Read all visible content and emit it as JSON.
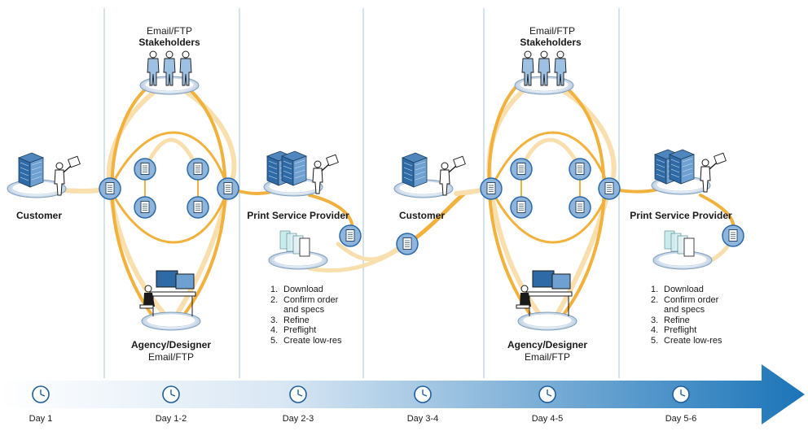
{
  "colors": {
    "flow_dark": "#f2b13c",
    "flow_light": "#f9dfae",
    "node_fill": "#8fb5dc",
    "node_ring": "#2b6aa8",
    "divider": "#a9c4dd",
    "timeline_start": "#ffffff",
    "timeline_end": "#1b74b8",
    "clock": "#1f5f9e"
  },
  "labels": {
    "customer_1": "Customer",
    "email_ftp_top_1": "Email/FTP",
    "stakeholders_1": "Stakeholders",
    "agency_designer_1": "Agency/Designer",
    "email_ftp_bottom_1": "Email/FTP",
    "print_service_provider_1": "Print Service Provider",
    "customer_2": "Customer",
    "email_ftp_top_2": "Email/FTP",
    "stakeholders_2": "Stakeholders",
    "agency_designer_2": "Agency/Designer",
    "email_ftp_bottom_2": "Email/FTP",
    "print_service_provider_2": "Print Service Provider"
  },
  "steps_1": [
    {
      "num": "1.",
      "text": "Download"
    },
    {
      "num": "2.",
      "text": "Confirm order"
    },
    {
      "num": "",
      "text": "and specs"
    },
    {
      "num": "3.",
      "text": "Refine"
    },
    {
      "num": "4.",
      "text": "Preflight"
    },
    {
      "num": "5.",
      "text": "Create low-res"
    }
  ],
  "steps_2": [
    {
      "num": "1.",
      "text": "Download"
    },
    {
      "num": "2.",
      "text": "Confirm order"
    },
    {
      "num": "",
      "text": "and specs"
    },
    {
      "num": "3.",
      "text": "Refine"
    },
    {
      "num": "4.",
      "text": "Preflight"
    },
    {
      "num": "5.",
      "text": "Create low-res"
    }
  ],
  "timeline": {
    "days": [
      "Day 1",
      "Day 1-2",
      "Day 2-3",
      "Day 3-4",
      "Day 4-5",
      "Day 5-6"
    ]
  },
  "icons": [
    "clock-icon",
    "document-icon",
    "building-icon",
    "person-icon",
    "stakeholders-icon",
    "designer-workstation-icon",
    "proof-sheets-icon"
  ]
}
